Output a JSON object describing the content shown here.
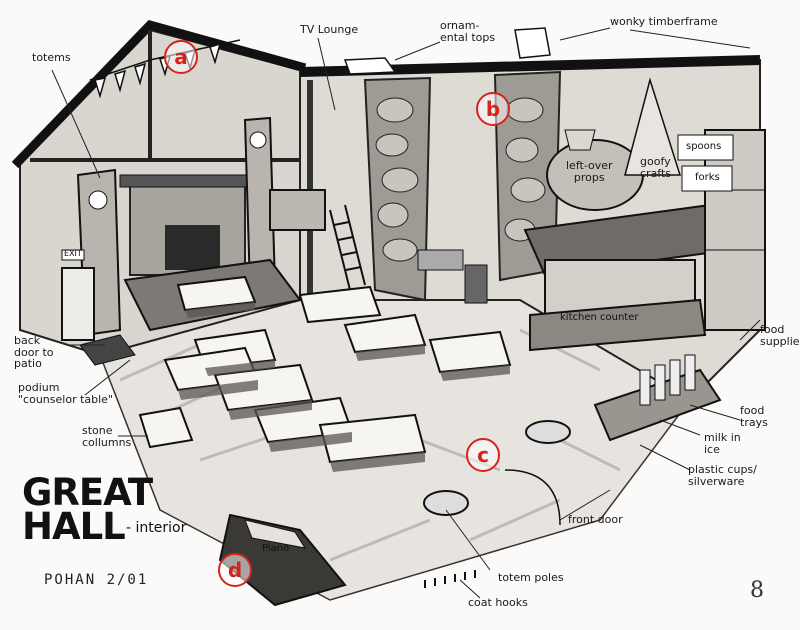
{
  "title": {
    "main": "GREAT\nHALL",
    "sub": "- interior"
  },
  "signature": "POHAN 2/01",
  "page_number": "8",
  "section_markers": [
    "a",
    "b",
    "c",
    "d"
  ],
  "labels": {
    "totems": "totems",
    "tv_lounge": "TV Lounge",
    "ornamental_tops": "ornam-\nental tops",
    "wonky_timberframe": "wonky timberframe",
    "leftover_props": "left-over\nprops",
    "goofy_crafts": "goofy\ncrafts",
    "spoons": "spoons",
    "forks": "forks",
    "exit": "EXIT",
    "kitchen_counter": "kitchen counter",
    "back_door": "back\ndoor to\npatio",
    "podium": "podium\n\"counselor table\"",
    "stone_columns": "stone\ncollumns",
    "food_supplies": "food\nsupplies",
    "food_trays": "food\ntrays",
    "milk_in_ice": "milk in\nice",
    "plastic_cups": "plastic cups/\nsilverware",
    "front_door": "front door",
    "piano": "Piano",
    "totem_poles": "totem poles",
    "coat_hooks": "coat hooks"
  },
  "colors": {
    "marker_red": "#d6231f",
    "ink": "#1a1a1a",
    "gray_wash": "#8a8580",
    "light_wash": "#c9c5bf"
  }
}
